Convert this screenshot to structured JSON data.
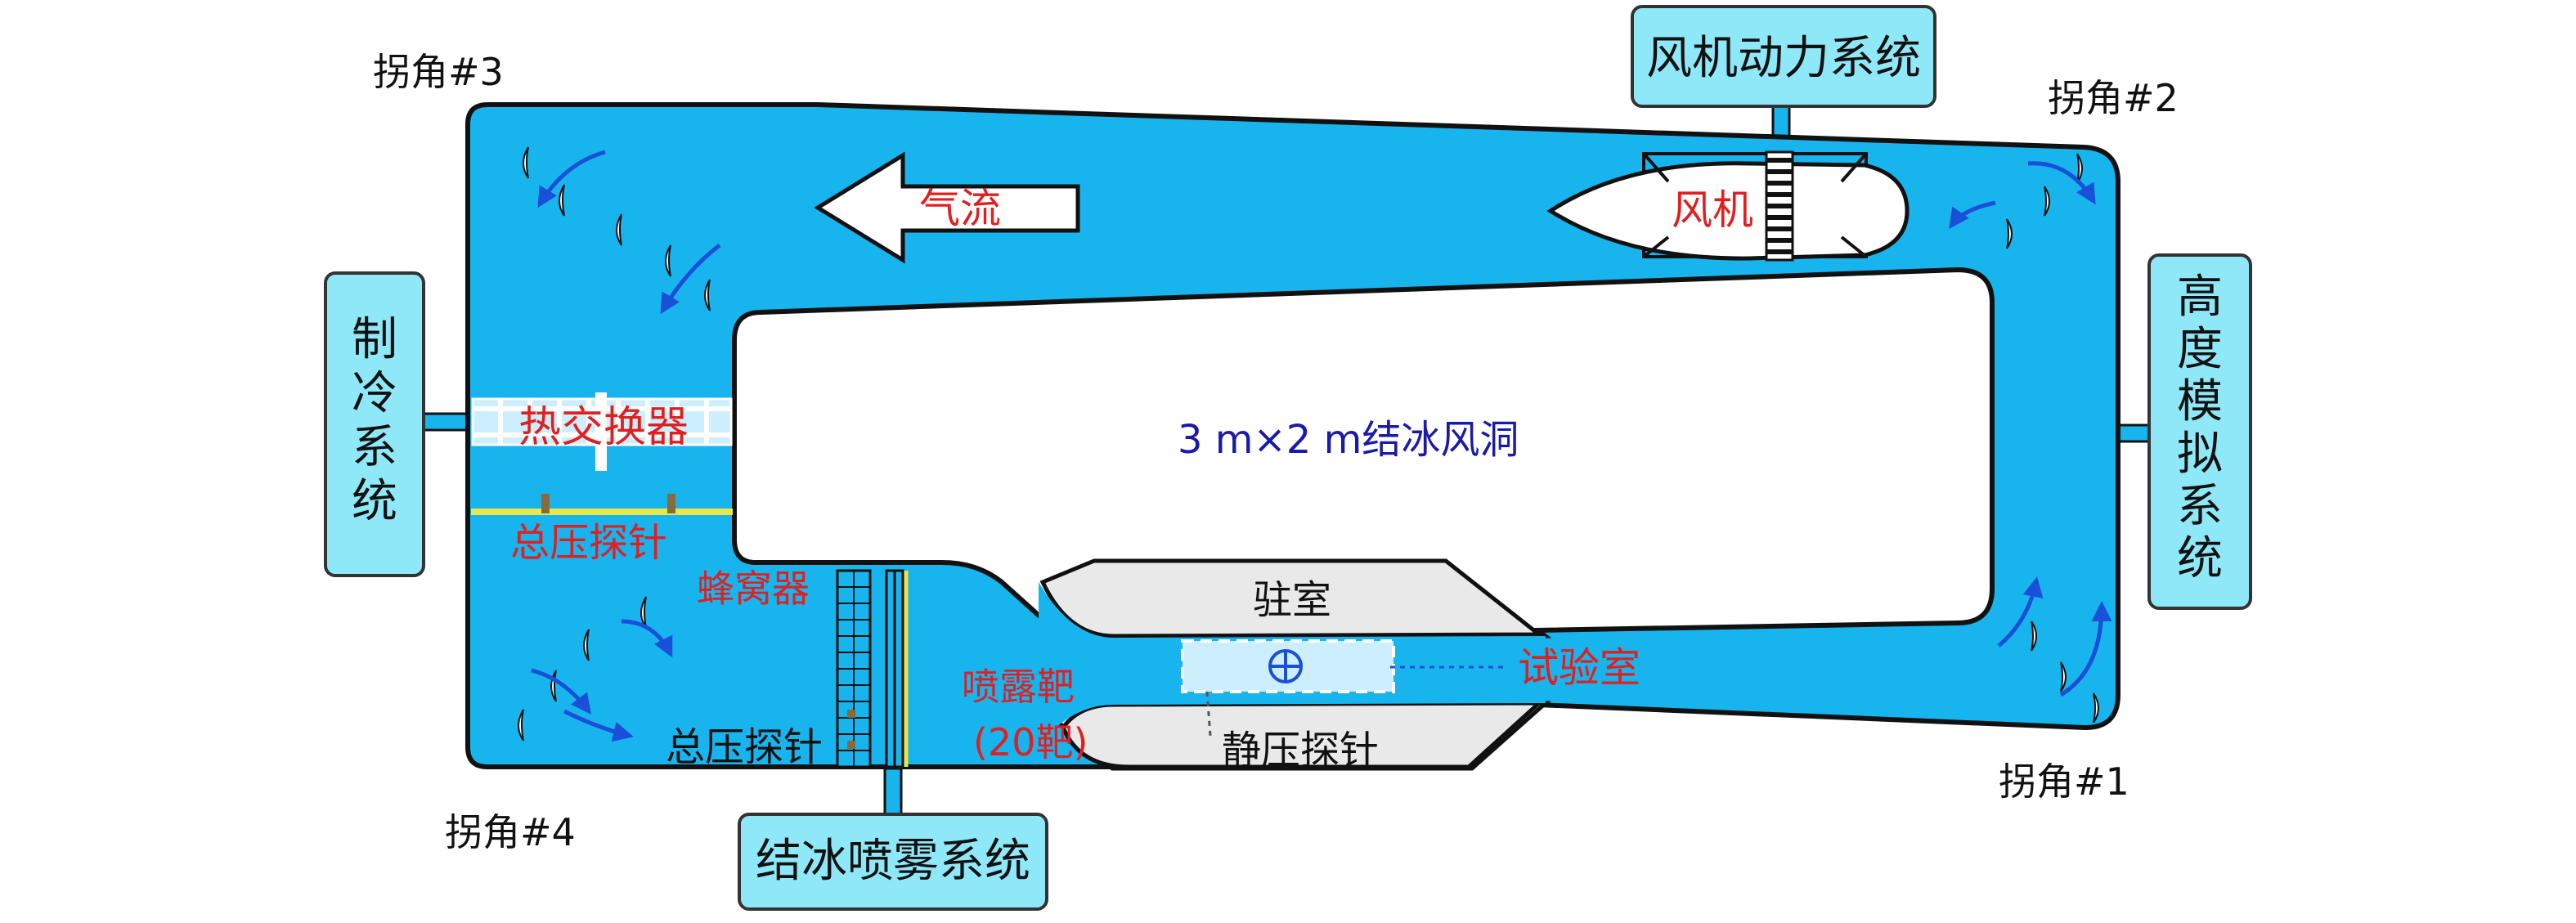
{
  "diagram": {
    "tunnel_name": "3 m×2 m结冰风洞",
    "airflow": "气流",
    "fan": "风机",
    "heat_exchanger": "热交换器",
    "total_probe_upper": "总压探针",
    "honeycomb": "蜂窝器",
    "total_probe_lower": "总压探针",
    "spray_target_line1": "喷露靶",
    "spray_target_line2": "(20靶)",
    "plenum": "驻室",
    "test_section": "试验室",
    "static_probe": "静压探针",
    "corners": {
      "c1": "拐角#1",
      "c2": "拐角#2",
      "c3": "拐角#3",
      "c4": "拐角#4"
    },
    "systems": {
      "fan_power": "风机动力系统",
      "altitude": [
        "高",
        "度",
        "模",
        "拟",
        "系",
        "统"
      ],
      "refrigeration": [
        "制",
        "冷",
        "系",
        "统"
      ],
      "icing_spray": "结冰喷雾系统"
    }
  },
  "colors": {
    "water": "#18b4ee",
    "system_box": "#8fe8f8",
    "label_red": "#e02020",
    "label_blue": "#1a1aa8",
    "arrow_blue": "#1a4fd8",
    "outline": "#111111"
  }
}
